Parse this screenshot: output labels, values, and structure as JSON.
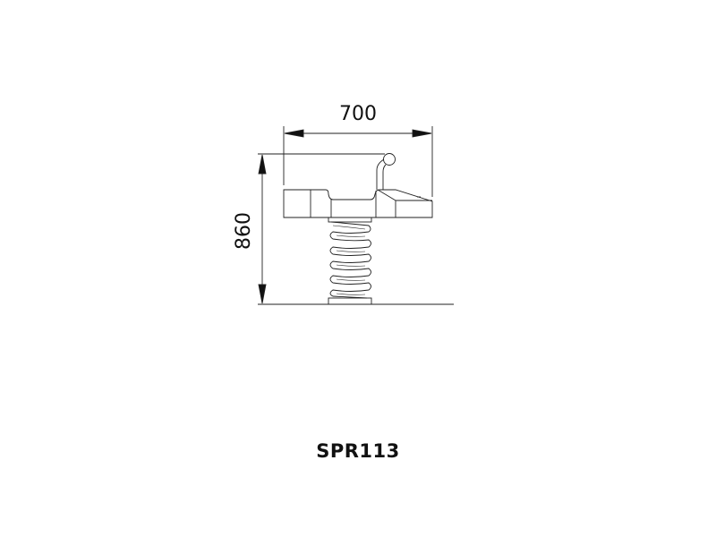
{
  "drawing": {
    "width_dimension": "700",
    "height_dimension": "860",
    "model_code": "SPR113"
  }
}
